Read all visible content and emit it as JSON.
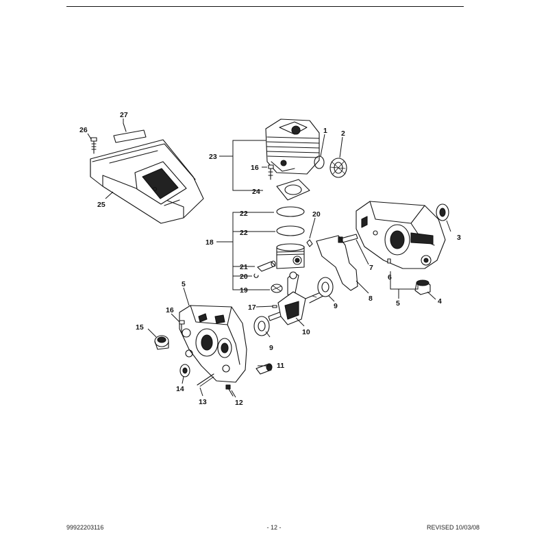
{
  "callouts": {
    "c1": "1",
    "c2": "2",
    "c3": "3",
    "c4": "4",
    "c5a": "5",
    "c5b": "5",
    "c6": "6",
    "c7": "7",
    "c8": "8",
    "c9a": "9",
    "c9b": "9",
    "c10": "10",
    "c11": "11",
    "c12": "12",
    "c13": "13",
    "c14": "14",
    "c15": "15",
    "c16a": "16",
    "c16b": "16",
    "c17": "17",
    "c18": "18",
    "c19": "19",
    "c20a": "20",
    "c20b": "20",
    "c21": "21",
    "c22a": "22",
    "c22b": "22",
    "c23": "23",
    "c24": "24",
    "c25": "25",
    "c26": "26",
    "c27": "27"
  },
  "footer": {
    "part_number": "99922203116",
    "page": "- 12 -",
    "revised": "REVISED 10/03/08"
  }
}
